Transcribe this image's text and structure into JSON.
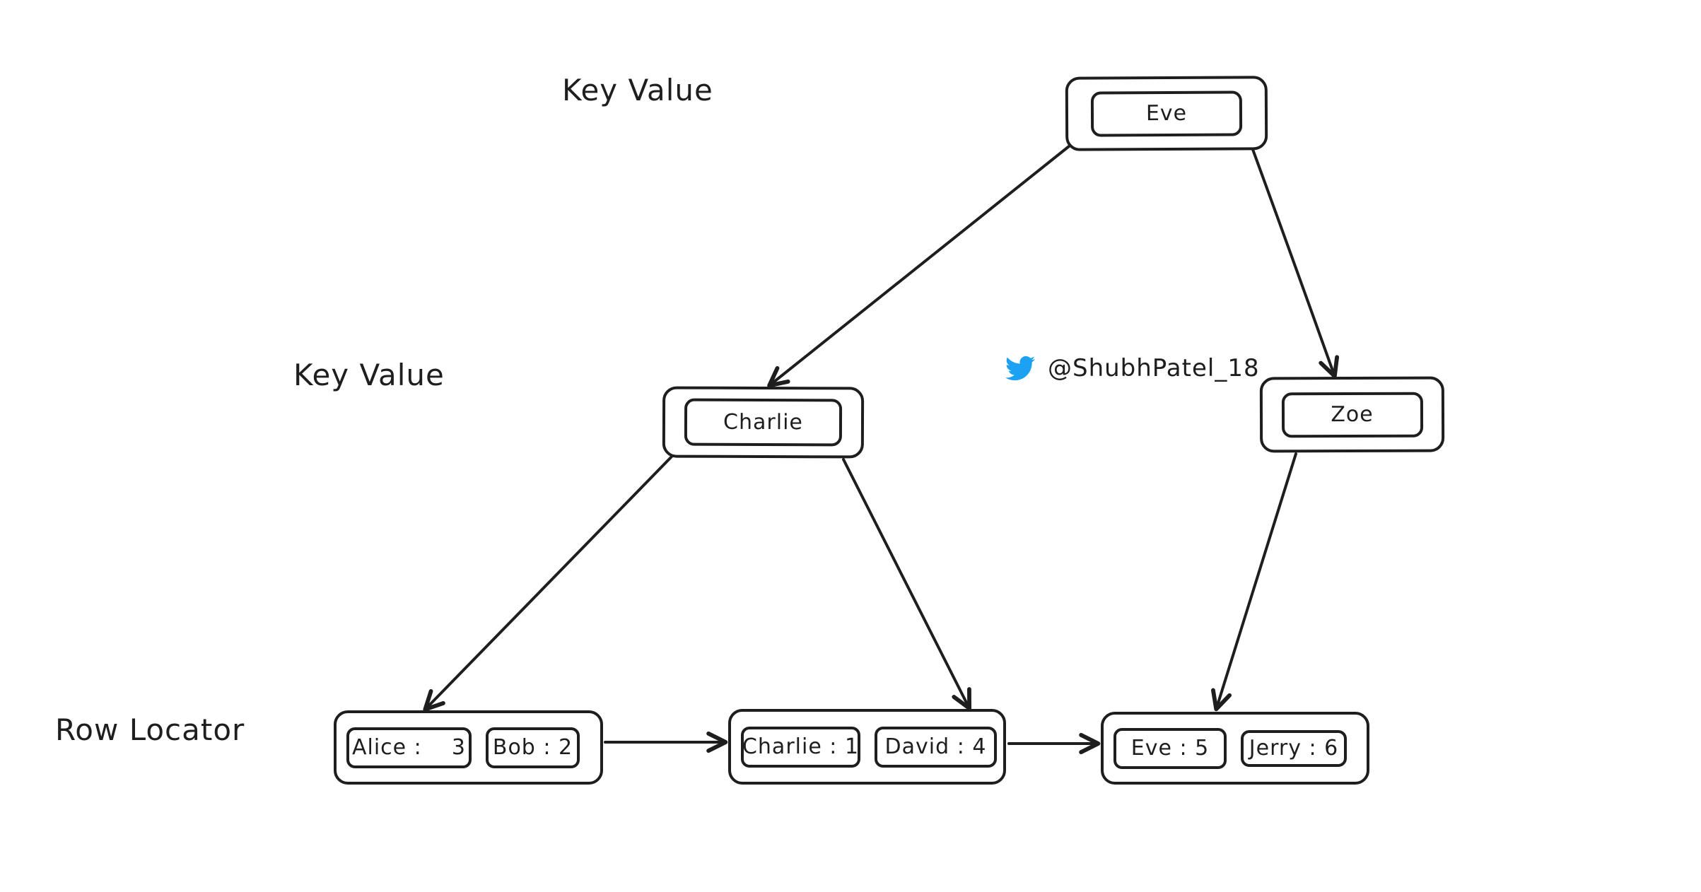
{
  "colors": {
    "stroke": "#1e1e1e",
    "background": "#ffffff",
    "twitter_blue": "#1da1f2"
  },
  "annotations": {
    "key_value_top": "Key Value",
    "key_value_mid": "Key Value",
    "row_locator": "Row Locator"
  },
  "attribution": {
    "icon": "twitter-bird-icon",
    "handle": "@ShubhPatel_18"
  },
  "nodes": {
    "root": {
      "label": "Eve"
    },
    "internal_left": {
      "label": "Charlie"
    },
    "internal_right": {
      "label": "Zoe"
    }
  },
  "leaves": [
    {
      "cells": [
        "Alice :    3",
        "Bob : 2"
      ]
    },
    {
      "cells": [
        "Charlie : 1",
        "David : 4"
      ]
    },
    {
      "cells": [
        "Eve : 5",
        "Jerry : 6"
      ]
    }
  ],
  "edges": [
    {
      "from": "Eve",
      "to": "Charlie"
    },
    {
      "from": "Eve",
      "to": "Zoe"
    },
    {
      "from": "Charlie",
      "to": "leaf-1"
    },
    {
      "from": "Charlie",
      "to": "leaf-2"
    },
    {
      "from": "Zoe",
      "to": "leaf-3"
    },
    {
      "from": "leaf-1",
      "to": "leaf-2"
    },
    {
      "from": "leaf-2",
      "to": "leaf-3"
    }
  ]
}
